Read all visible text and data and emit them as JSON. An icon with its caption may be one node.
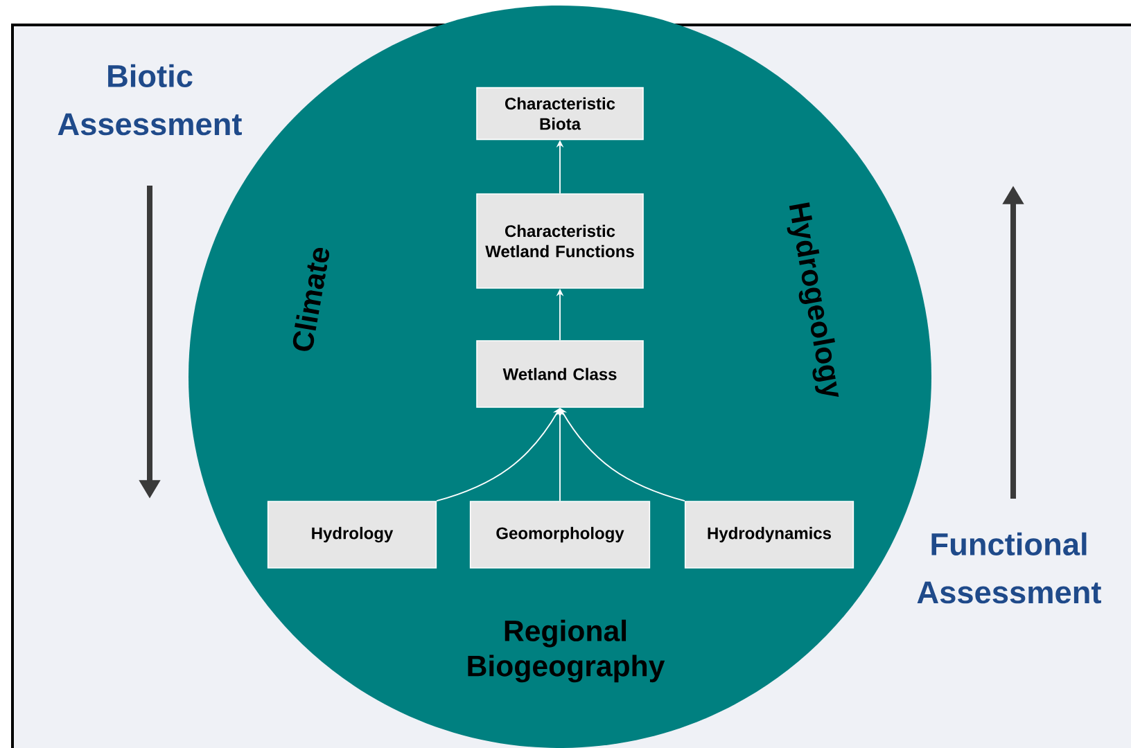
{
  "diagram": {
    "nodes": [
      {
        "text": [
          "Climate",
          "Hydrogeology",
          "Regional Biogeography"
        ]
      },
      {
        "text": [
          "Characteristic Biota"
        ],
        "in": 0
      },
      {
        "text": [
          "Characteristic Wetland Functions"
        ],
        "in": 0
      },
      {
        "text": [
          "Wetland Class"
        ],
        "in": 0
      },
      {
        "text": [
          "Hydrology"
        ],
        "in": 0
      },
      {
        "text": [
          "Geomorphology"
        ],
        "in": 0
      },
      {
        "text": [
          "Hydrodynamics"
        ],
        "in": 0
      }
    ],
    "edges": [
      {
        "from": 2,
        "to": 1,
        "arrow": "to"
      },
      {
        "from": 3,
        "to": 2,
        "arrow": "to"
      },
      {
        "from": 4,
        "to": 3,
        "arrow": "to"
      },
      {
        "from": 5,
        "to": 3,
        "arrow": "to"
      },
      {
        "from": 6,
        "to": 3,
        "arrow": "to"
      }
    ],
    "labels": [
      "Biotic Assessment",
      "Functional Assessment"
    ]
  }
}
